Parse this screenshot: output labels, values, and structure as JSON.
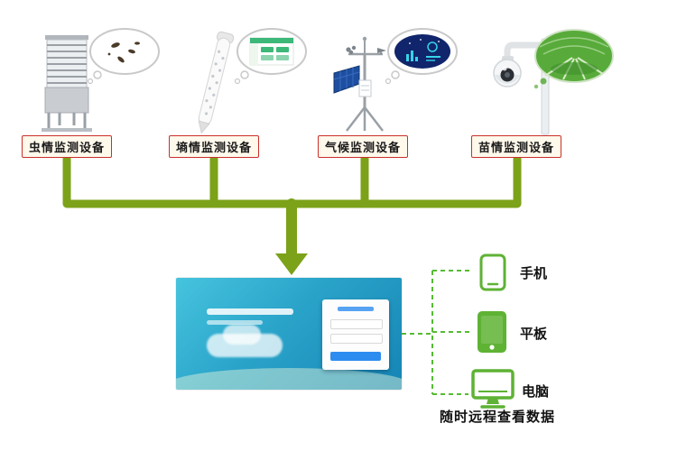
{
  "devices": [
    {
      "label": "虫情监测设备",
      "kind": "insect-monitor"
    },
    {
      "label": "墒情监测设备",
      "kind": "soil-moisture-monitor"
    },
    {
      "label": "气候监测设备",
      "kind": "climate-monitor"
    },
    {
      "label": "苗情监测设备",
      "kind": "seedling-monitor"
    }
  ],
  "endpoints": [
    {
      "label": "手机",
      "kind": "phone"
    },
    {
      "label": "平板",
      "kind": "tablet"
    },
    {
      "label": "电脑",
      "kind": "computer"
    }
  ],
  "caption": "随时远程查看数据",
  "colors": {
    "connector_green": "#7ca219",
    "dashed_green": "#55bb33",
    "icon_green": "#5eb234",
    "label_border_red": "#c9302c",
    "platform_blue": "#1585b5"
  }
}
